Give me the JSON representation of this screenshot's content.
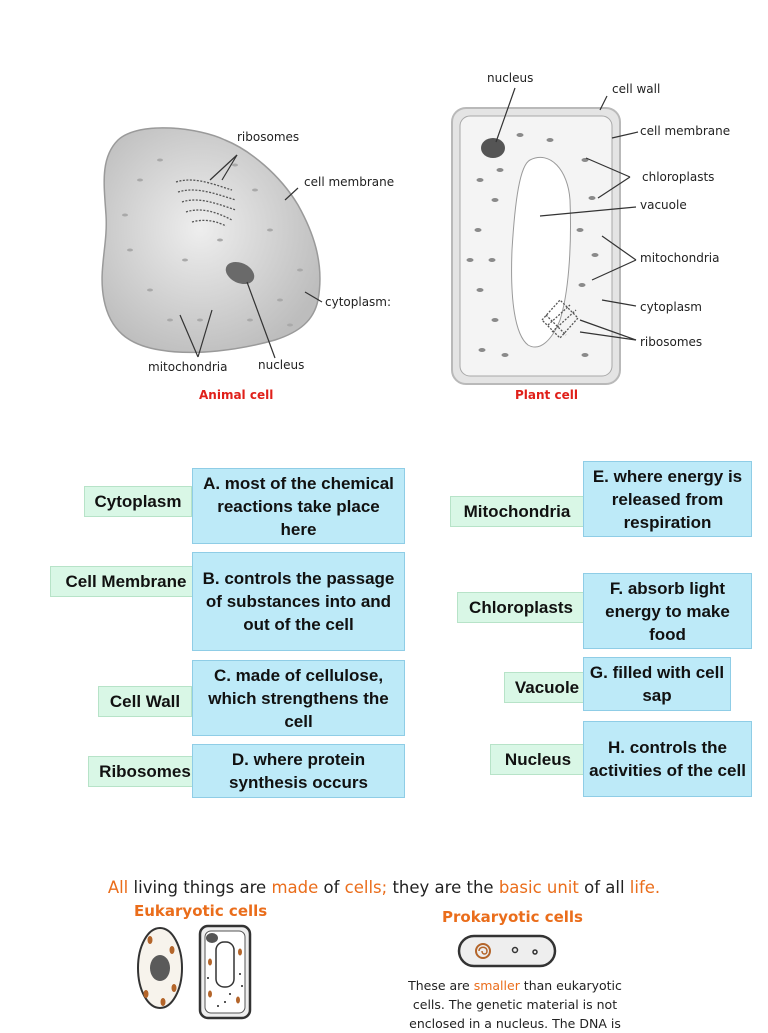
{
  "animal_cell": {
    "labels": {
      "ribosomes": "ribosomes",
      "cell_membrane": "cell membrane",
      "cytoplasm": "cytoplasm:",
      "mitochondria": "mitochondria",
      "nucleus": "nucleus"
    },
    "caption": "Animal cell"
  },
  "plant_cell": {
    "labels": {
      "nucleus": "nucleus",
      "cell_wall": "cell wall",
      "cell_membrane": "cell membrane",
      "chloroplasts": "chloroplasts",
      "vacuole": "vacuole",
      "mitochondria": "mitochondria",
      "cytoplasm": "cytoplasm",
      "ribosomes": "ribosomes"
    },
    "caption": "Plant cell"
  },
  "colors": {
    "caption": "#e0201a",
    "term_bg": "#d9f7e6",
    "def_bg": "#bdeaf8",
    "highlight": "#ea6d1b"
  },
  "matching": {
    "left": [
      {
        "term": "Cytoplasm",
        "def": "A. most of the chemical reactions take place here"
      },
      {
        "term": "Cell Membrane",
        "def": "B. controls the passage of substances into and out of the cell"
      },
      {
        "term": "Cell Wall",
        "def": "C. made of cellulose, which strengthens the cell"
      },
      {
        "term": "Ribosomes",
        "def": "D. where protein synthesis occurs"
      }
    ],
    "right": [
      {
        "term": "Mitochondria",
        "def": "E. where energy is released from respiration"
      },
      {
        "term": "Chloroplasts",
        "def": "F. absorb light energy to make food"
      },
      {
        "term": "Vacuole",
        "def": "G. filled with cell sap"
      },
      {
        "term": "Nucleus",
        "def": "H. controls the activities of the cell"
      }
    ]
  },
  "bottom": {
    "sentence": {
      "p1": "All",
      "p2": " living things are ",
      "p3": "made",
      "p4": " of ",
      "p5": "cells;",
      "p6": " they are the ",
      "p7": "basic unit",
      "p8": " of all ",
      "p9": "life."
    },
    "eukaryotic_heading": "Eukaryotic cells",
    "prokaryotic_heading": "Prokaryotic cells",
    "prokaryotic_text": {
      "l1a": "These are ",
      "l1b": "smaller",
      "l1c": " than eukaryotic",
      "l2": "cells. The genetic material is not",
      "l3": "enclosed in a nucleus. The DNA is"
    }
  }
}
